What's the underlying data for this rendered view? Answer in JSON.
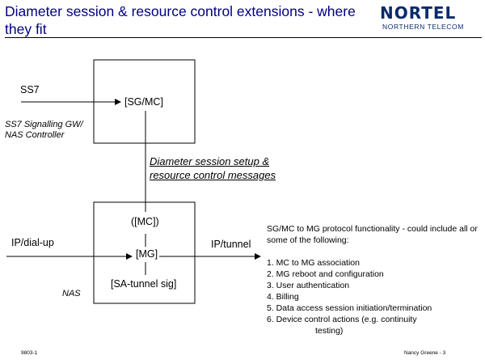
{
  "slide": {
    "title": "Diameter session & resource control extensions - where they fit",
    "logo": {
      "wordmark": "NORTEL",
      "subtitle": "NORTHERN TELECOM",
      "color": "#0b2a6b"
    },
    "title_color": "#000080"
  },
  "diagram": {
    "ss7_label": "SS7",
    "sg_mc_label": "[SG/MC]",
    "sg_caption_line1": "SS7 Signalling GW/",
    "sg_caption_line2": "NAS Controller",
    "diameter_line1": "Diameter session setup &",
    "diameter_line2": "resource control messages",
    "mc_label": "([MC])",
    "mg_label": "[MG]",
    "sa_label": "[SA-tunnel sig]",
    "nas_label": "NAS",
    "ip_dialup_label": "IP/dial-up",
    "ip_tunnel_label": "IP/tunnel"
  },
  "info": {
    "intro": "SG/MC to MG protocol functionality -  could include all or some of the following:",
    "items": [
      "1. MC to MG association",
      "2. MG reboot and configuration",
      "3. User authentication",
      "4. Billing",
      "5. Data access session initiation/termination",
      "6. Device control actions (e.g. continuity"
    ],
    "item6_continuation": "testing)"
  },
  "footer": {
    "left": "9803-1",
    "right": "Nancy Greene - 3"
  }
}
